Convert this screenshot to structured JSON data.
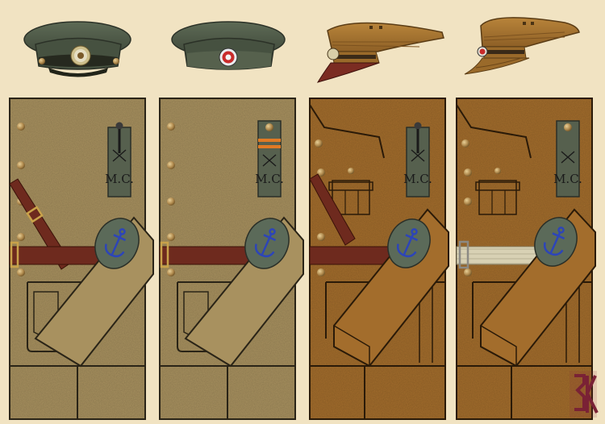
{
  "background": "#f1e3c2",
  "colors": {
    "cap_green": "#4f5b48",
    "cap_green_dark": "#394235",
    "cap_khaki": "#a8752f",
    "cloth_light": "#a8915f",
    "cloth_dark": "#a36d2c",
    "strap_green": "#56604e",
    "belt": "#6e2a1e",
    "anchor_patch": "#5b6a59",
    "anchor_blue": "#2d45b8",
    "stripe_orange": "#e07a24",
    "button_brass": "#b08a4e"
  },
  "panels": [
    {
      "id": "p1",
      "strap_text": "M.C."
    },
    {
      "id": "p2",
      "strap_text": "M.C."
    },
    {
      "id": "p3",
      "strap_text": "M.C."
    },
    {
      "id": "p4",
      "strap_text": "M.C."
    }
  ],
  "logo": {
    "glyph": "ЗК"
  }
}
